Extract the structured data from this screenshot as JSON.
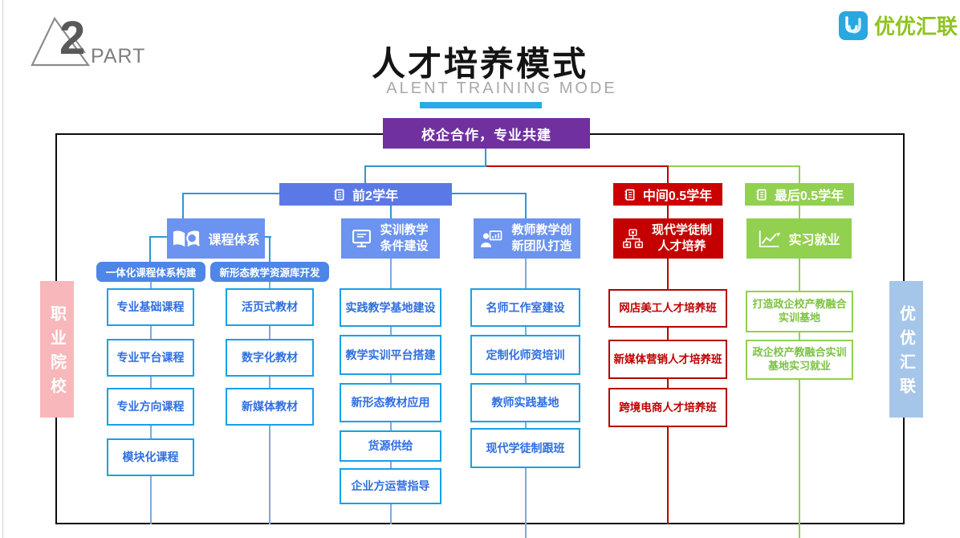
{
  "brand": {
    "name": "优优汇联"
  },
  "part_badge": {
    "number": "2",
    "label": "PART"
  },
  "header": {
    "title": "人才培养模式",
    "subtitle": "ALENT TRAINING MODE"
  },
  "root": {
    "label": "校企合作，专业共建"
  },
  "side_labels": {
    "left": "职业院校",
    "right": "优优汇联"
  },
  "stages": [
    {
      "label": "前2学年"
    },
    {
      "label": "中间0.5学年"
    },
    {
      "label": "最后0.5学年"
    }
  ],
  "groups": {
    "curriculum": {
      "label": "课程体系"
    },
    "training": {
      "label": "实训教学条件建设"
    },
    "teachers": {
      "label": "教师教学创新团队打造"
    },
    "apprentice": {
      "label": "现代学徒制人才培养"
    },
    "internship": {
      "label": "实习就业"
    }
  },
  "pills": [
    "一体化课程体系构建",
    "新形态教学资源库开发"
  ],
  "columns": {
    "courses": [
      "专业基础课程",
      "专业平台课程",
      "专业方向课程",
      "模块化课程"
    ],
    "materials": [
      "活页式教材",
      "数字化教材",
      "新媒体教材"
    ],
    "training_items": [
      "实践教学基地建设",
      "教学实训平台搭建",
      "新形态教材应用",
      "货源供给",
      "企业方运营指导"
    ],
    "teacher_items": [
      "名师工作室建设",
      "定制化师资培训",
      "教师实践基地",
      "现代学徒制跟班"
    ],
    "apprentice_items": [
      "网店美工人才培养班",
      "新媒体营销人才培养班",
      "跨境电商人才培养班"
    ],
    "internship_items": [
      "打造政企校产教融合实训基地",
      "政企校产教融合实训基地实习就业"
    ]
  },
  "colors": {
    "accent_bar": "#29ABE2",
    "purple": "#7030A0",
    "stage_blue": "#5B79E6",
    "group_blue": "#6B93EF",
    "pill_blue": "#4E86E8",
    "outline_blue": "#18A0E8",
    "text_blue": "#2F6FE0",
    "red": "#C00000",
    "green": "#92D050",
    "pink_label": "#F8B7BA",
    "blue_label": "#A5C6E8",
    "brand_green": "#8FC320"
  }
}
